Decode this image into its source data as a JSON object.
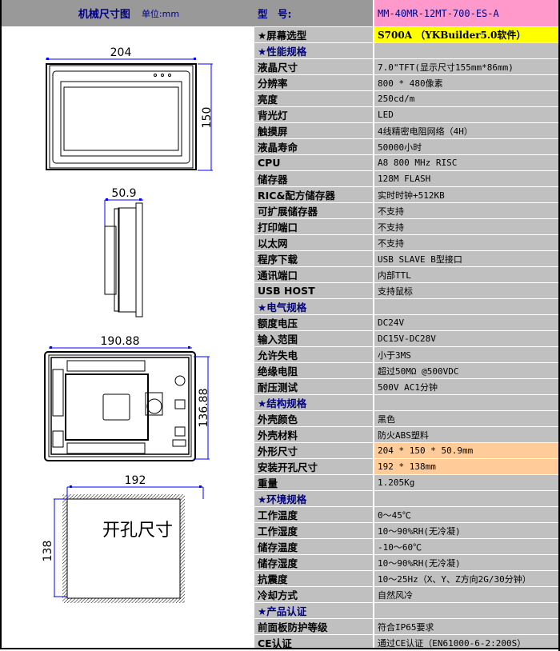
{
  "left_panel": {
    "title": "机械尺寸图",
    "unit": "单位:mm",
    "drawings": {
      "front_view": {
        "width_label": "204",
        "height_label": "150"
      },
      "side_view": {
        "depth_label": "50.9"
      },
      "rear_view": {
        "width_label": "190.88",
        "height_label": "136.88"
      },
      "cutout": {
        "width_label": "192",
        "height_label": "138",
        "caption": "开孔尺寸"
      }
    }
  },
  "spec_table": {
    "header": {
      "label": "型　号:",
      "value": "MM-40MR-12MT-700-ES-A"
    },
    "rows": [
      {
        "label": "★屏幕选型",
        "value": "S700A （YKBuilder5.0软件）",
        "type": "highlight-yellow"
      },
      {
        "label": "★性能规格",
        "value": "",
        "type": "section"
      },
      {
        "label": "液晶尺寸",
        "value": "7.0\"TFT(显示尺寸155mm*86mm)",
        "type": "row"
      },
      {
        "label": "分辨率",
        "value": "800 * 480像素",
        "type": "row"
      },
      {
        "label": "亮度",
        "value": "250cd/m",
        "type": "row"
      },
      {
        "label": "背光灯",
        "value": "LED",
        "type": "row"
      },
      {
        "label": "触摸屏",
        "value": "4线精密电阻网络（4H）",
        "type": "row"
      },
      {
        "label": "液晶寿命",
        "value": "50000小时",
        "type": "row"
      },
      {
        "label": "CPU",
        "value": "A8 800 MHz RISC",
        "type": "row"
      },
      {
        "label": "储存器",
        "value": "128M FLASH",
        "type": "row"
      },
      {
        "label": "RIC&配方储存器",
        "value": "实时时钟+512KB",
        "type": "row"
      },
      {
        "label": "可扩展储存器",
        "value": "不支持",
        "type": "row"
      },
      {
        "label": "打印端口",
        "value": "不支持",
        "type": "row"
      },
      {
        "label": "以太网",
        "value": "不支持",
        "type": "row"
      },
      {
        "label": "程序下载",
        "value": "USB SLAVE B型接口",
        "type": "row"
      },
      {
        "label": "通讯端口",
        "value": "内部TTL",
        "type": "row"
      },
      {
        "label": "USB HOST",
        "value": "支持鼠标",
        "type": "row"
      },
      {
        "label": "★电气规格",
        "value": "",
        "type": "section"
      },
      {
        "label": "额度电压",
        "value": "DC24V",
        "type": "row"
      },
      {
        "label": "输入范围",
        "value": "DC15V-DC28V",
        "type": "row"
      },
      {
        "label": "允许失电",
        "value": "小于3MS",
        "type": "row"
      },
      {
        "label": "绝缘电阻",
        "value": "超过50MΩ @500VDC",
        "type": "row"
      },
      {
        "label": "耐压测试",
        "value": "500V AC1分钟",
        "type": "row"
      },
      {
        "label": "★结构规格",
        "value": "",
        "type": "section"
      },
      {
        "label": "外壳颜色",
        "value": "黑色",
        "type": "row"
      },
      {
        "label": "外壳材料",
        "value": "防火ABS塑料",
        "type": "row"
      },
      {
        "label": "外形尺寸",
        "value": "204 * 150 * 50.9mm",
        "type": "highlight-peach"
      },
      {
        "label": "安装开孔尺寸",
        "value": "192 * 138mm",
        "type": "highlight-peach"
      },
      {
        "label": "重量",
        "value": "1.205Kg",
        "type": "row"
      },
      {
        "label": "★环境规格",
        "value": "",
        "type": "section"
      },
      {
        "label": "工作温度",
        "value": "0～45℃",
        "type": "row"
      },
      {
        "label": "工作湿度",
        "value": "10～90%RH(无冷凝)",
        "type": "row"
      },
      {
        "label": "储存温度",
        "value": "-10～60℃",
        "type": "row"
      },
      {
        "label": "储存湿度",
        "value": "10～90%RH(无冷凝)",
        "type": "row"
      },
      {
        "label": "抗震度",
        "value": "10～25Hz（X、Y、Z方向2G/30分钟）",
        "type": "row"
      },
      {
        "label": "冷却方式",
        "value": "自然风冷",
        "type": "row"
      },
      {
        "label": "★产品认证",
        "value": "",
        "type": "section"
      },
      {
        "label": "前面板防护等级",
        "value": "符合IP65要求",
        "type": "row"
      },
      {
        "label": "CE认证",
        "value": "通过CE认证（EN61000-6-2:200S）",
        "type": "row"
      }
    ]
  },
  "colors": {
    "header_gray": "#999999",
    "cell_gray": "#c0c0c0",
    "model_pink": "#ff99cc",
    "highlight_yellow": "#ffff00",
    "highlight_peach": "#ffcc99",
    "section_blue": "#000080",
    "dimension_blue": "#0000ff"
  }
}
